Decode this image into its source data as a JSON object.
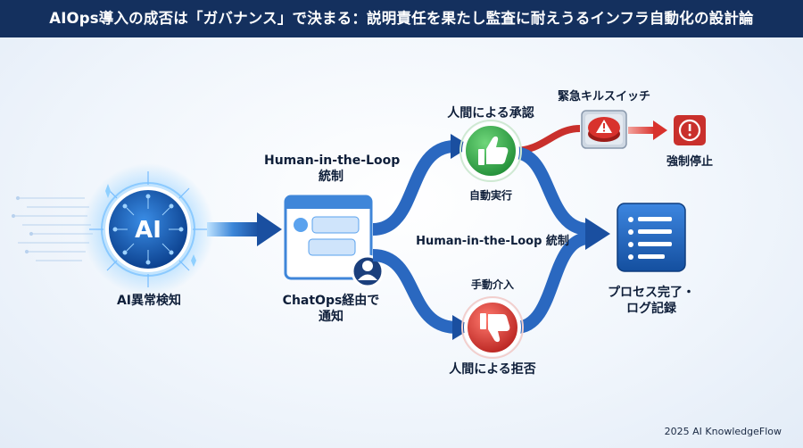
{
  "title": "AIOps導入の成否は「ガバナンス」で決まる：説明責任を果たし監査に耐えうるインフラ自動化の設計論",
  "nodes": {
    "ai_detect": {
      "icon_text": "AI",
      "label": "AI異常検知",
      "icon": "ai-chip-icon"
    },
    "hitl_top": {
      "line1": "Human-in-the-Loop",
      "line2": "統制"
    },
    "chatops": {
      "line1": "ChatOps経由で",
      "line2": "通知",
      "icon": "chat-window-icon"
    },
    "approve": {
      "label": "人間による承認",
      "sub": "自動実行",
      "icon": "thumbs-up-icon"
    },
    "reject": {
      "label": "人間による拒否",
      "sub": "手動介入",
      "icon": "thumbs-down-icon"
    },
    "hitl_mid": {
      "label": "Human-in-the-Loop 統制"
    },
    "kill_switch": {
      "label": "緊急キルスイッチ",
      "icon": "emergency-button-icon"
    },
    "force_stop": {
      "label": "強制停止",
      "icon": "alert-icon"
    },
    "complete": {
      "line1": "プロセス完了・",
      "line2": "ログ記録",
      "icon": "document-log-icon"
    }
  },
  "colors": {
    "header_bg": "#14305e",
    "flow_blue": "#1f5fb8",
    "approve_green": "#2ea043",
    "reject_red": "#d8322d",
    "alert_red": "#c9302c"
  },
  "footer": "2025 AI KnowledgeFlow"
}
